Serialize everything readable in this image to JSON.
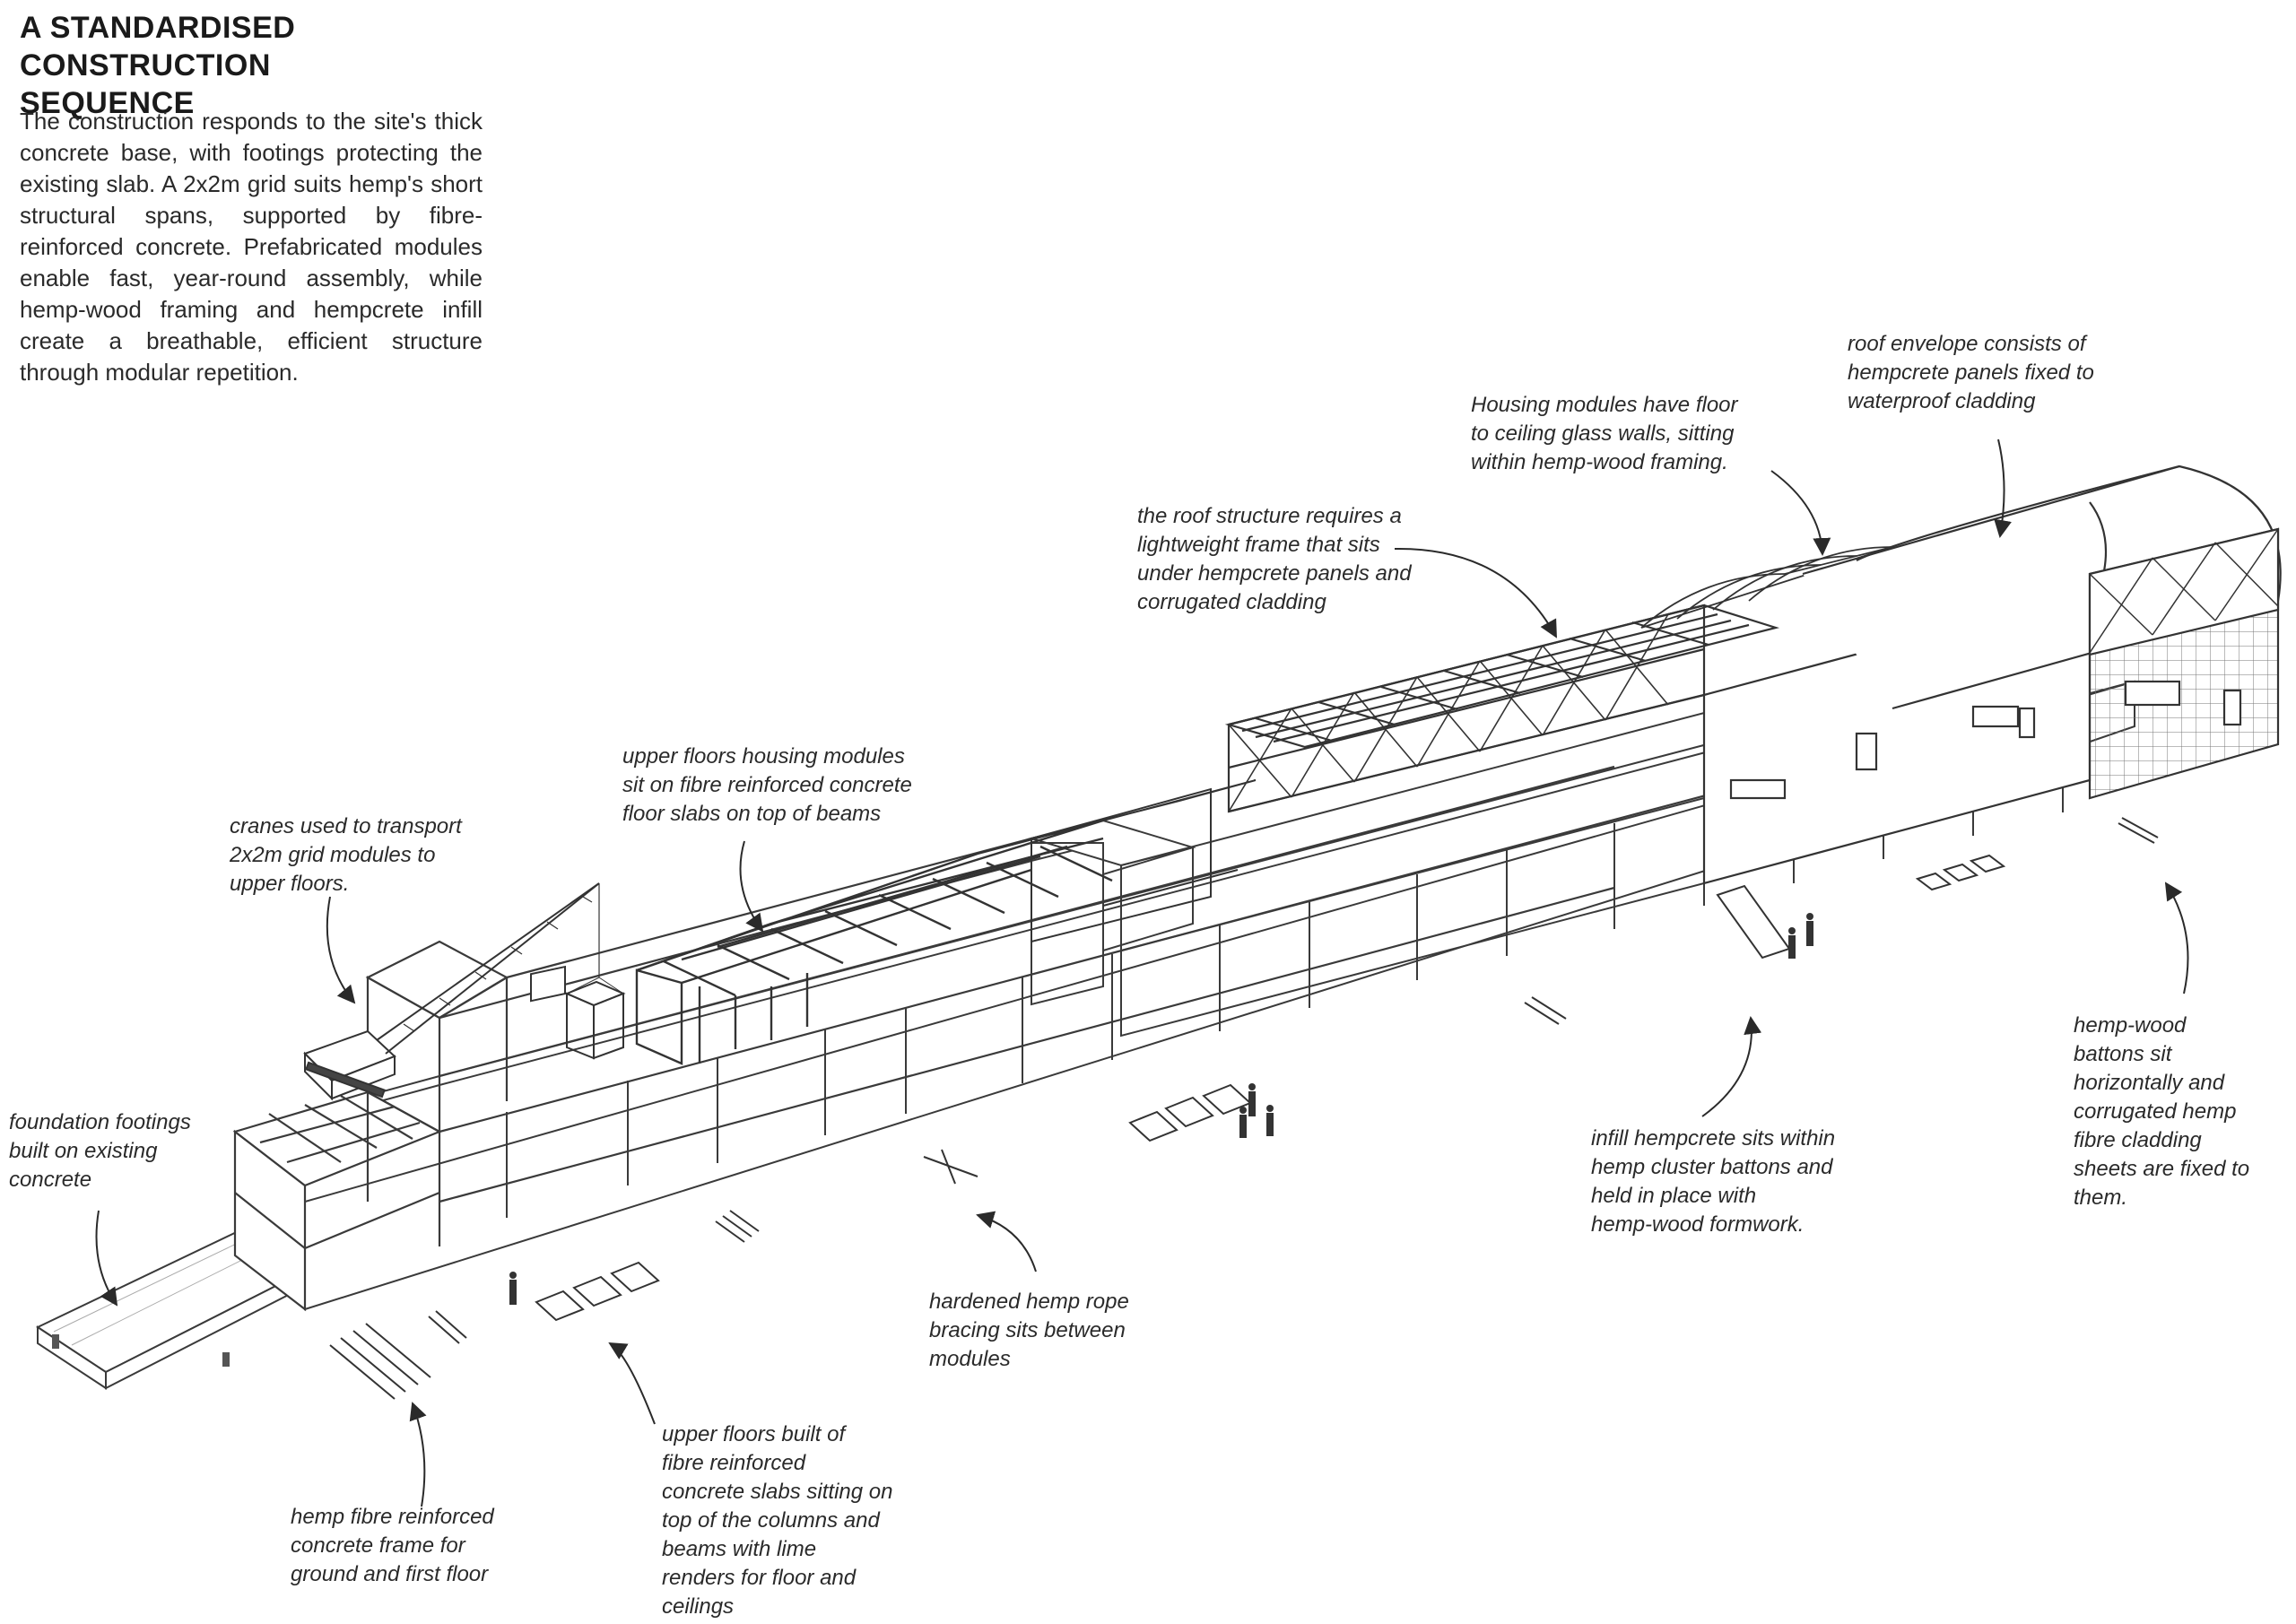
{
  "title": "A STANDARDISED CONSTRUCTION\nSEQUENCE",
  "intro": "The construction responds to the site's thick concrete base, with footings protecting the existing slab. A 2x2m grid suits hemp's short structural spans, supported by fibre-reinforced concrete. Prefabricated modules enable fast, year-round assembly, while hemp-wood framing and hempcrete infill create a breathable, efficient structure through modular repetition.",
  "annotations": {
    "roof_envelope": "roof envelope consists of\nhempcrete panels fixed to\nwaterproof cladding",
    "housing_modules": "Housing modules have floor\nto ceiling glass walls, sitting\nwithin hemp-wood framing.",
    "roof_structure": "the roof structure requires a\nlightweight  frame that sits\nunder hempcrete panels and\ncorrugated cladding",
    "upper_floors_housing": "upper floors housing modules\nsit on fibre reinforced concrete\nfloor slabs on top of beams",
    "cranes": "cranes used to transport\n2x2m grid modules to\nupper floors.",
    "foundation": "foundation footings\nbuilt on existing\nconcrete",
    "hemp_fibre_frame": "hemp fibre reinforced\nconcrete frame for\nground and first floor",
    "upper_floors_slabs": "upper floors built of\nfibre reinforced\nconcrete slabs sitting on\ntop of the columns and\nbeams with lime\nrenders for floor and\nceilings",
    "rope_bracing": "hardened hemp rope\nbracing sits between\nmodules",
    "infill_hempcrete": "infill hempcrete sits within\nhemp cluster battons and\nheld in place with\nhemp-wood formwork.",
    "hemp_wood_battons": "hemp-wood\nbattons sit\nhorizontally and\ncorrugated hemp\nfibre cladding\nsheets are fixed to\nthem."
  },
  "colors": {
    "ink": "#2a2a2a",
    "line": "#3a3a3a",
    "light_line": "#888888",
    "paper": "#ffffff"
  }
}
